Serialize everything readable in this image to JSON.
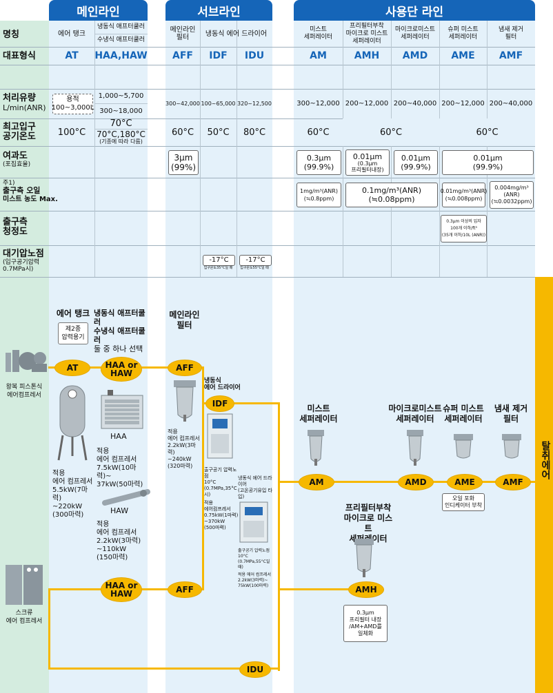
{
  "headers": {
    "main": "메인라인",
    "sub": "서브라인",
    "use": "사용단 라인"
  },
  "rows": {
    "name": "명칭",
    "type": "대표형식",
    "flow": "처리유량",
    "flow_unit": "L/min(ANR)",
    "temp1": "최고입구",
    "temp2": "공기온도",
    "filt": "여과도",
    "filt_sub": "(포집효율)",
    "note": "주1)",
    "oil1": "출구측 오일",
    "oil2": "미스트 농도 Max.",
    "clean1": "출구측",
    "clean2": "청정도",
    "dew1": "대기압노점",
    "dew_sub1": "(입구공기압력",
    "dew_sub2": "0.7MPa시)"
  },
  "names": {
    "at": "에어 탱크",
    "haa_top": "냉동식 애프터쿨러",
    "haw_top": "수냉식 애프터쿨러",
    "aff1": "메인라인",
    "aff2": "필터",
    "idf_idu": "냉동식 에어 드라이어",
    "am1": "미스트",
    "am2": "세퍼레이터",
    "amh1": "프리필터부착",
    "amh2": "마이크로 미스트",
    "amh3": "세퍼레이터",
    "amd1": "마이크로미스트",
    "amd2": "세퍼레이터",
    "ame1": "슈퍼 미스트",
    "ame2": "세퍼레이터",
    "amf1": "냄새 제거",
    "amf2": "필터"
  },
  "codes": {
    "at": "AT",
    "haa": "HAA,HAW",
    "aff": "AFF",
    "idf": "IDF",
    "idu": "IDU",
    "am": "AM",
    "amh": "AMH",
    "amd": "AMD",
    "ame": "AME",
    "amf": "AMF"
  },
  "flow": {
    "at1": "용적",
    "at2": "100~3,000L",
    "haa": "1,000~5,700",
    "haw": "300~18,000",
    "aff": "300~42,000",
    "idf": "100~65,000",
    "idu": "320~12,500",
    "am": "300~12,000",
    "amh": "200~12,000",
    "amd": "200~40,000",
    "ame": "200~12,000",
    "amf": "200~40,000"
  },
  "temp": {
    "at": "100°C",
    "haa": "70°C",
    "haw": "70°C,180°C",
    "haw_note": "(기종에 따라 다름)",
    "aff": "60°C",
    "idf": "50°C",
    "idu": "80°C",
    "am": "60°C",
    "amh_amd": "60°C",
    "ame_amf": "60°C"
  },
  "filt": {
    "aff1": "3μm",
    "aff2": "(99%)",
    "am1": "0.3μm",
    "am2": "(99.9%)",
    "amh1": "0.01μm",
    "amh2": "(0.3μm",
    "amh3": "프리필터내장)",
    "amd1": "0.01μm",
    "amd2": "(99.9%)",
    "ame1": "0.01μm",
    "ame2": "(99.9%)"
  },
  "oil": {
    "am1": "1mg/m³(ANR)",
    "am2": "(≒0.8ppm)",
    "amh1": "0.1mg/m³(ANR)",
    "amh2": "(≒0.08ppm)",
    "ame1": "0.01mg/m³(ANR)",
    "ame2": "(≒0.008ppm)",
    "amf1": "0.004mg/m³",
    "amf2": "(ANR)",
    "amf3": "(≒0.0032ppm)"
  },
  "clean": {
    "c1": "0.3μm 이상의 입자",
    "c2": "100개 이하/ft³",
    "c3": "(35개 이하/10L (ANR))"
  },
  "dew": {
    "idf": "-17°C",
    "idf_note": "입구온도35°C일 때",
    "idu": "-17°C",
    "idu_note": "입구온도55°C일 때"
  },
  "diagram": {
    "at_title": "에어 탱크",
    "at_box1": "제2종",
    "at_box2": "압력용기",
    "hx_t1": "냉동식 애프터쿨러",
    "hx_t2": "수냉식 애프터쿨러",
    "hx_t3": "둘 중 하나 선택",
    "aff_t1": "메인라인",
    "aff_t2": "필터",
    "recip1": "왕복 피스톤식",
    "recip2": "에어컴프레서",
    "screw1": "스크류",
    "screw2": "에어 컴프레서",
    "haa_or1": "HAA or",
    "haa_or2": "HAW",
    "idf_lbl1": "냉동식",
    "idf_lbl2": "에어 드라이어",
    "aff_app": [
      "적용",
      "에어 컴프레서",
      "2.2kW(3마력)",
      "~240kW",
      "(320마력)"
    ],
    "at_app": [
      "적용",
      "에어 컴프레서",
      "5.5kW(7마력)",
      "~220kW",
      "(300마력)"
    ],
    "haa_img": "HAA",
    "haa_app": [
      "적용",
      "에어 컴프레서",
      "7.5kW(10마력)~",
      "37kW(50마력)"
    ],
    "haw_img": "HAW",
    "haw_app": [
      "적용",
      "에어 컴프레서",
      "2.2kW(3마력)",
      "~110kW",
      "(150마력)"
    ],
    "idf_app": [
      "출구공기 압력노점",
      "10°C",
      "(0.7MPa,35°C시)",
      "적용",
      "에어컴프레서",
      "0.75kW(1마력)",
      "~370kW",
      "(500마력)"
    ],
    "idu_t1": "냉동식 에어 드라이어",
    "idu_t2": "(고온공기유입 타입)",
    "idu_app": [
      "출구공기 압력노점",
      "10°C",
      "(0.7MPa,55°C일 때)",
      "적용 에어 컴프레서",
      "2.2kW(3마력)~",
      "75kW(100마력)"
    ],
    "am_t": [
      "미스트",
      "세퍼레이터"
    ],
    "amd_t": [
      "마이크로미스트",
      "세퍼레이터"
    ],
    "ame_t": [
      "슈퍼 미스트",
      "세퍼레이터"
    ],
    "amf_t": [
      "냄새 제거",
      "필터"
    ],
    "amh_t": [
      "프리필터부착",
      "마이크로 미스트",
      "세퍼레이터"
    ],
    "ame_note1": "오일 포화",
    "ame_note2": "인디케이터 부착",
    "amh_note": [
      "0.3μm",
      "프리필터 내장",
      "/AM+AMD를",
      "일체화"
    ],
    "dry_air": "탈취에어"
  },
  "colors": {
    "header": "#1565b8",
    "pipe": "#f6b800",
    "column": "#e4f1fa",
    "label": "#d4ecdf"
  }
}
